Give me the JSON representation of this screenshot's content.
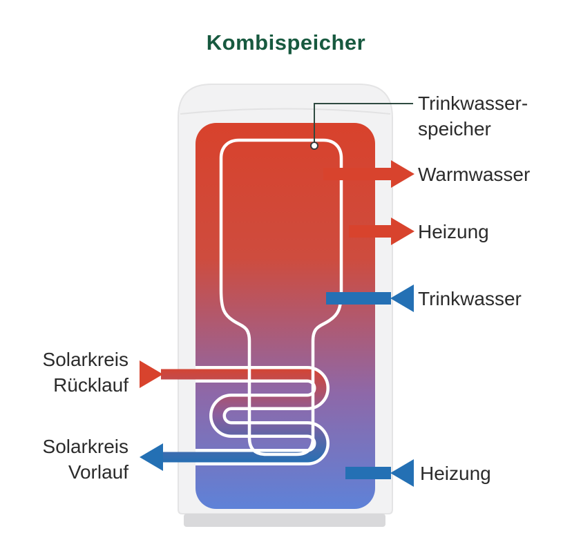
{
  "title": "Kombispeicher",
  "colors": {
    "title_green": "#17593F",
    "label_text": "#2B2B2B",
    "red": "#D8432D",
    "blue": "#2470B4",
    "tank_body": "#F2F2F3",
    "tank_border": "#E4E4E5",
    "tank_base": "#D9D9DB",
    "seam": "#E2E2E3",
    "gradient_top": "#D8422C",
    "gradient_upper": "#CE4C3E",
    "gradient_mid": "#8E68A8",
    "gradient_bottom": "#5E82D8",
    "coil_mid": "#8A5E9E",
    "inner_outline": "#FFFFFF",
    "pointer_line": "#2E4A40",
    "pointer_dot_fill": "#FFFFFF",
    "pointer_dot_stroke": "#3A3A3A"
  },
  "labels": {
    "inner_tank": {
      "line1": "Trinkwasser-",
      "line2": "speicher"
    },
    "warm_water": "Warmwasser",
    "heating_out": "Heizung",
    "drinking_water_in": "Trinkwasser",
    "heating_in": "Heizung",
    "solar_return": {
      "line1": "Solarkreis",
      "line2": "Rücklauf"
    },
    "solar_flow": {
      "line1": "Solarkreis",
      "line2": "Vorlauf"
    }
  }
}
